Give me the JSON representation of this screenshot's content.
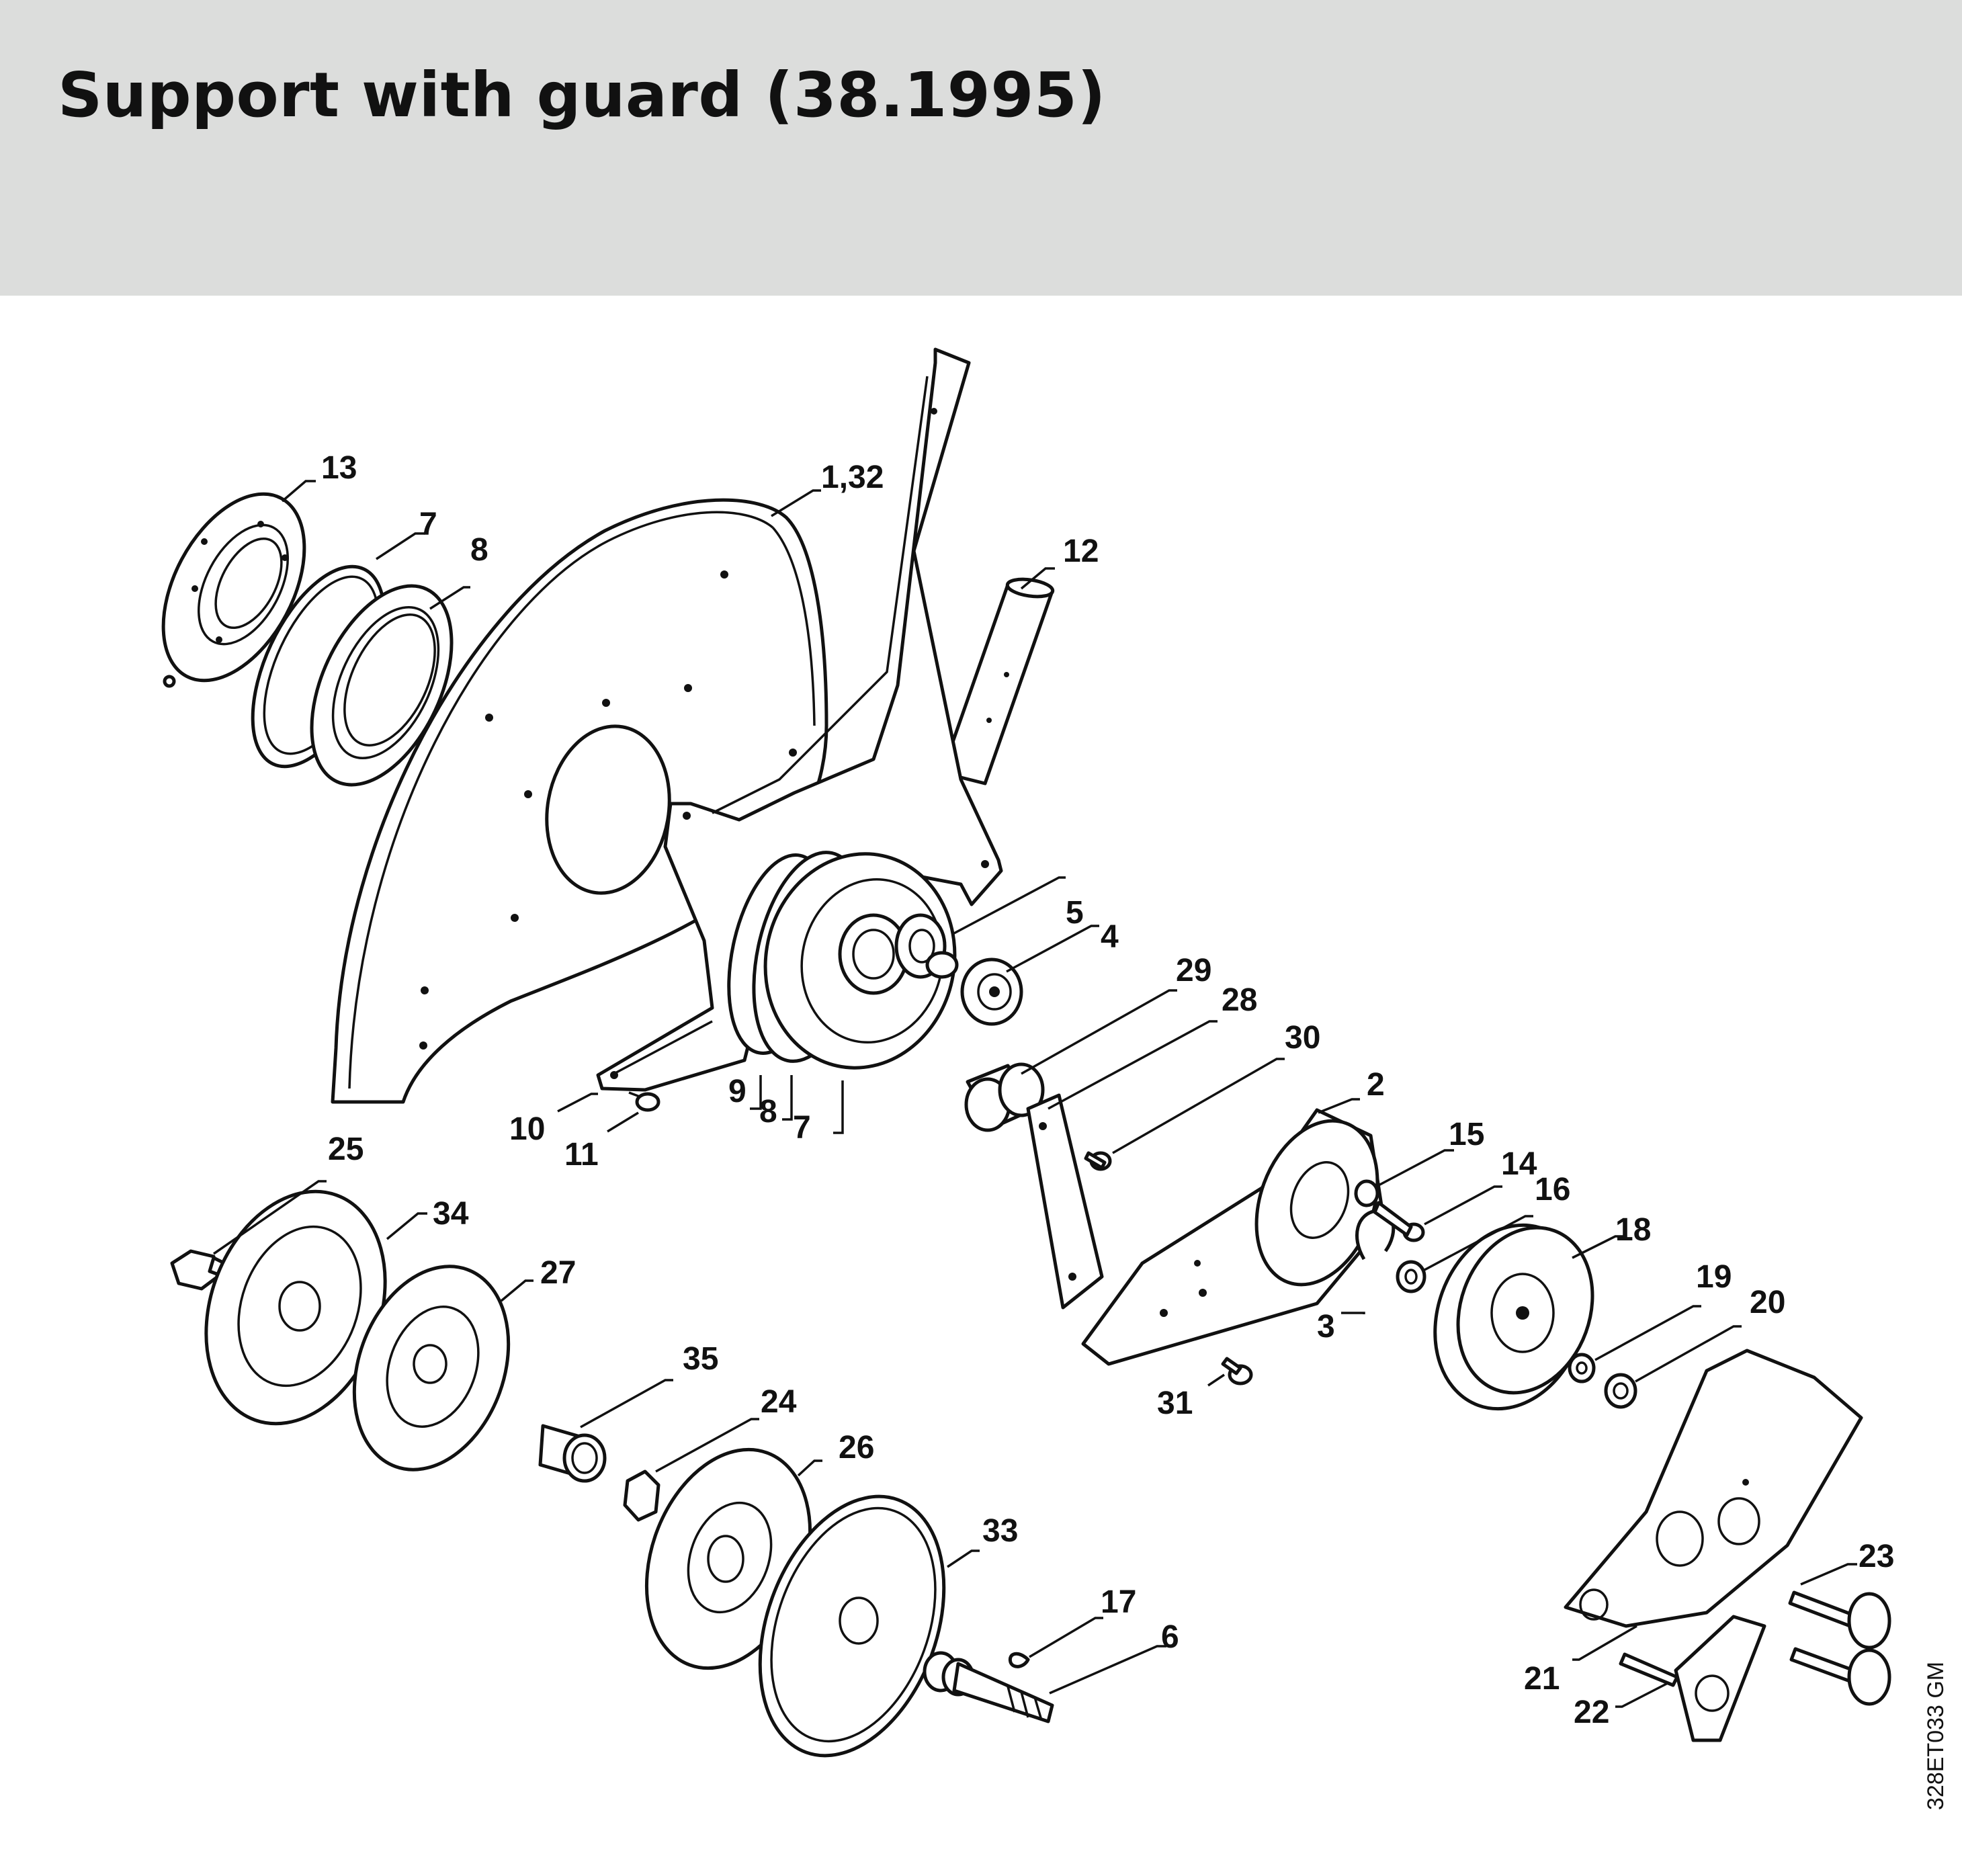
{
  "title": "Support with guard (38.1995)",
  "diagram_code": "328ET033 GM",
  "callouts": [
    {
      "id": "c13",
      "label": "13"
    },
    {
      "id": "c7a",
      "label": "7"
    },
    {
      "id": "c8a",
      "label": "8"
    },
    {
      "id": "c132",
      "label": "1,32"
    },
    {
      "id": "c12",
      "label": "12"
    },
    {
      "id": "c5",
      "label": "5"
    },
    {
      "id": "c4",
      "label": "4"
    },
    {
      "id": "c29",
      "label": "29"
    },
    {
      "id": "c28",
      "label": "28"
    },
    {
      "id": "c30",
      "label": "30"
    },
    {
      "id": "c2",
      "label": "2"
    },
    {
      "id": "c15",
      "label": "15"
    },
    {
      "id": "c14",
      "label": "14"
    },
    {
      "id": "c16",
      "label": "16"
    },
    {
      "id": "c18",
      "label": "18"
    },
    {
      "id": "c19",
      "label": "19"
    },
    {
      "id": "c20",
      "label": "20"
    },
    {
      "id": "c3",
      "label": "3"
    },
    {
      "id": "c31",
      "label": "31"
    },
    {
      "id": "c10",
      "label": "10"
    },
    {
      "id": "c11",
      "label": "11"
    },
    {
      "id": "c9",
      "label": "9"
    },
    {
      "id": "c8b",
      "label": "8"
    },
    {
      "id": "c7b",
      "label": "7"
    },
    {
      "id": "c25",
      "label": "25"
    },
    {
      "id": "c34",
      "label": "34"
    },
    {
      "id": "c27",
      "label": "27"
    },
    {
      "id": "c35",
      "label": "35"
    },
    {
      "id": "c24",
      "label": "24"
    },
    {
      "id": "c26",
      "label": "26"
    },
    {
      "id": "c33",
      "label": "33"
    },
    {
      "id": "c17",
      "label": "17"
    },
    {
      "id": "c6",
      "label": "6"
    },
    {
      "id": "c23",
      "label": "23"
    },
    {
      "id": "c21",
      "label": "21"
    },
    {
      "id": "c22",
      "label": "22"
    }
  ]
}
